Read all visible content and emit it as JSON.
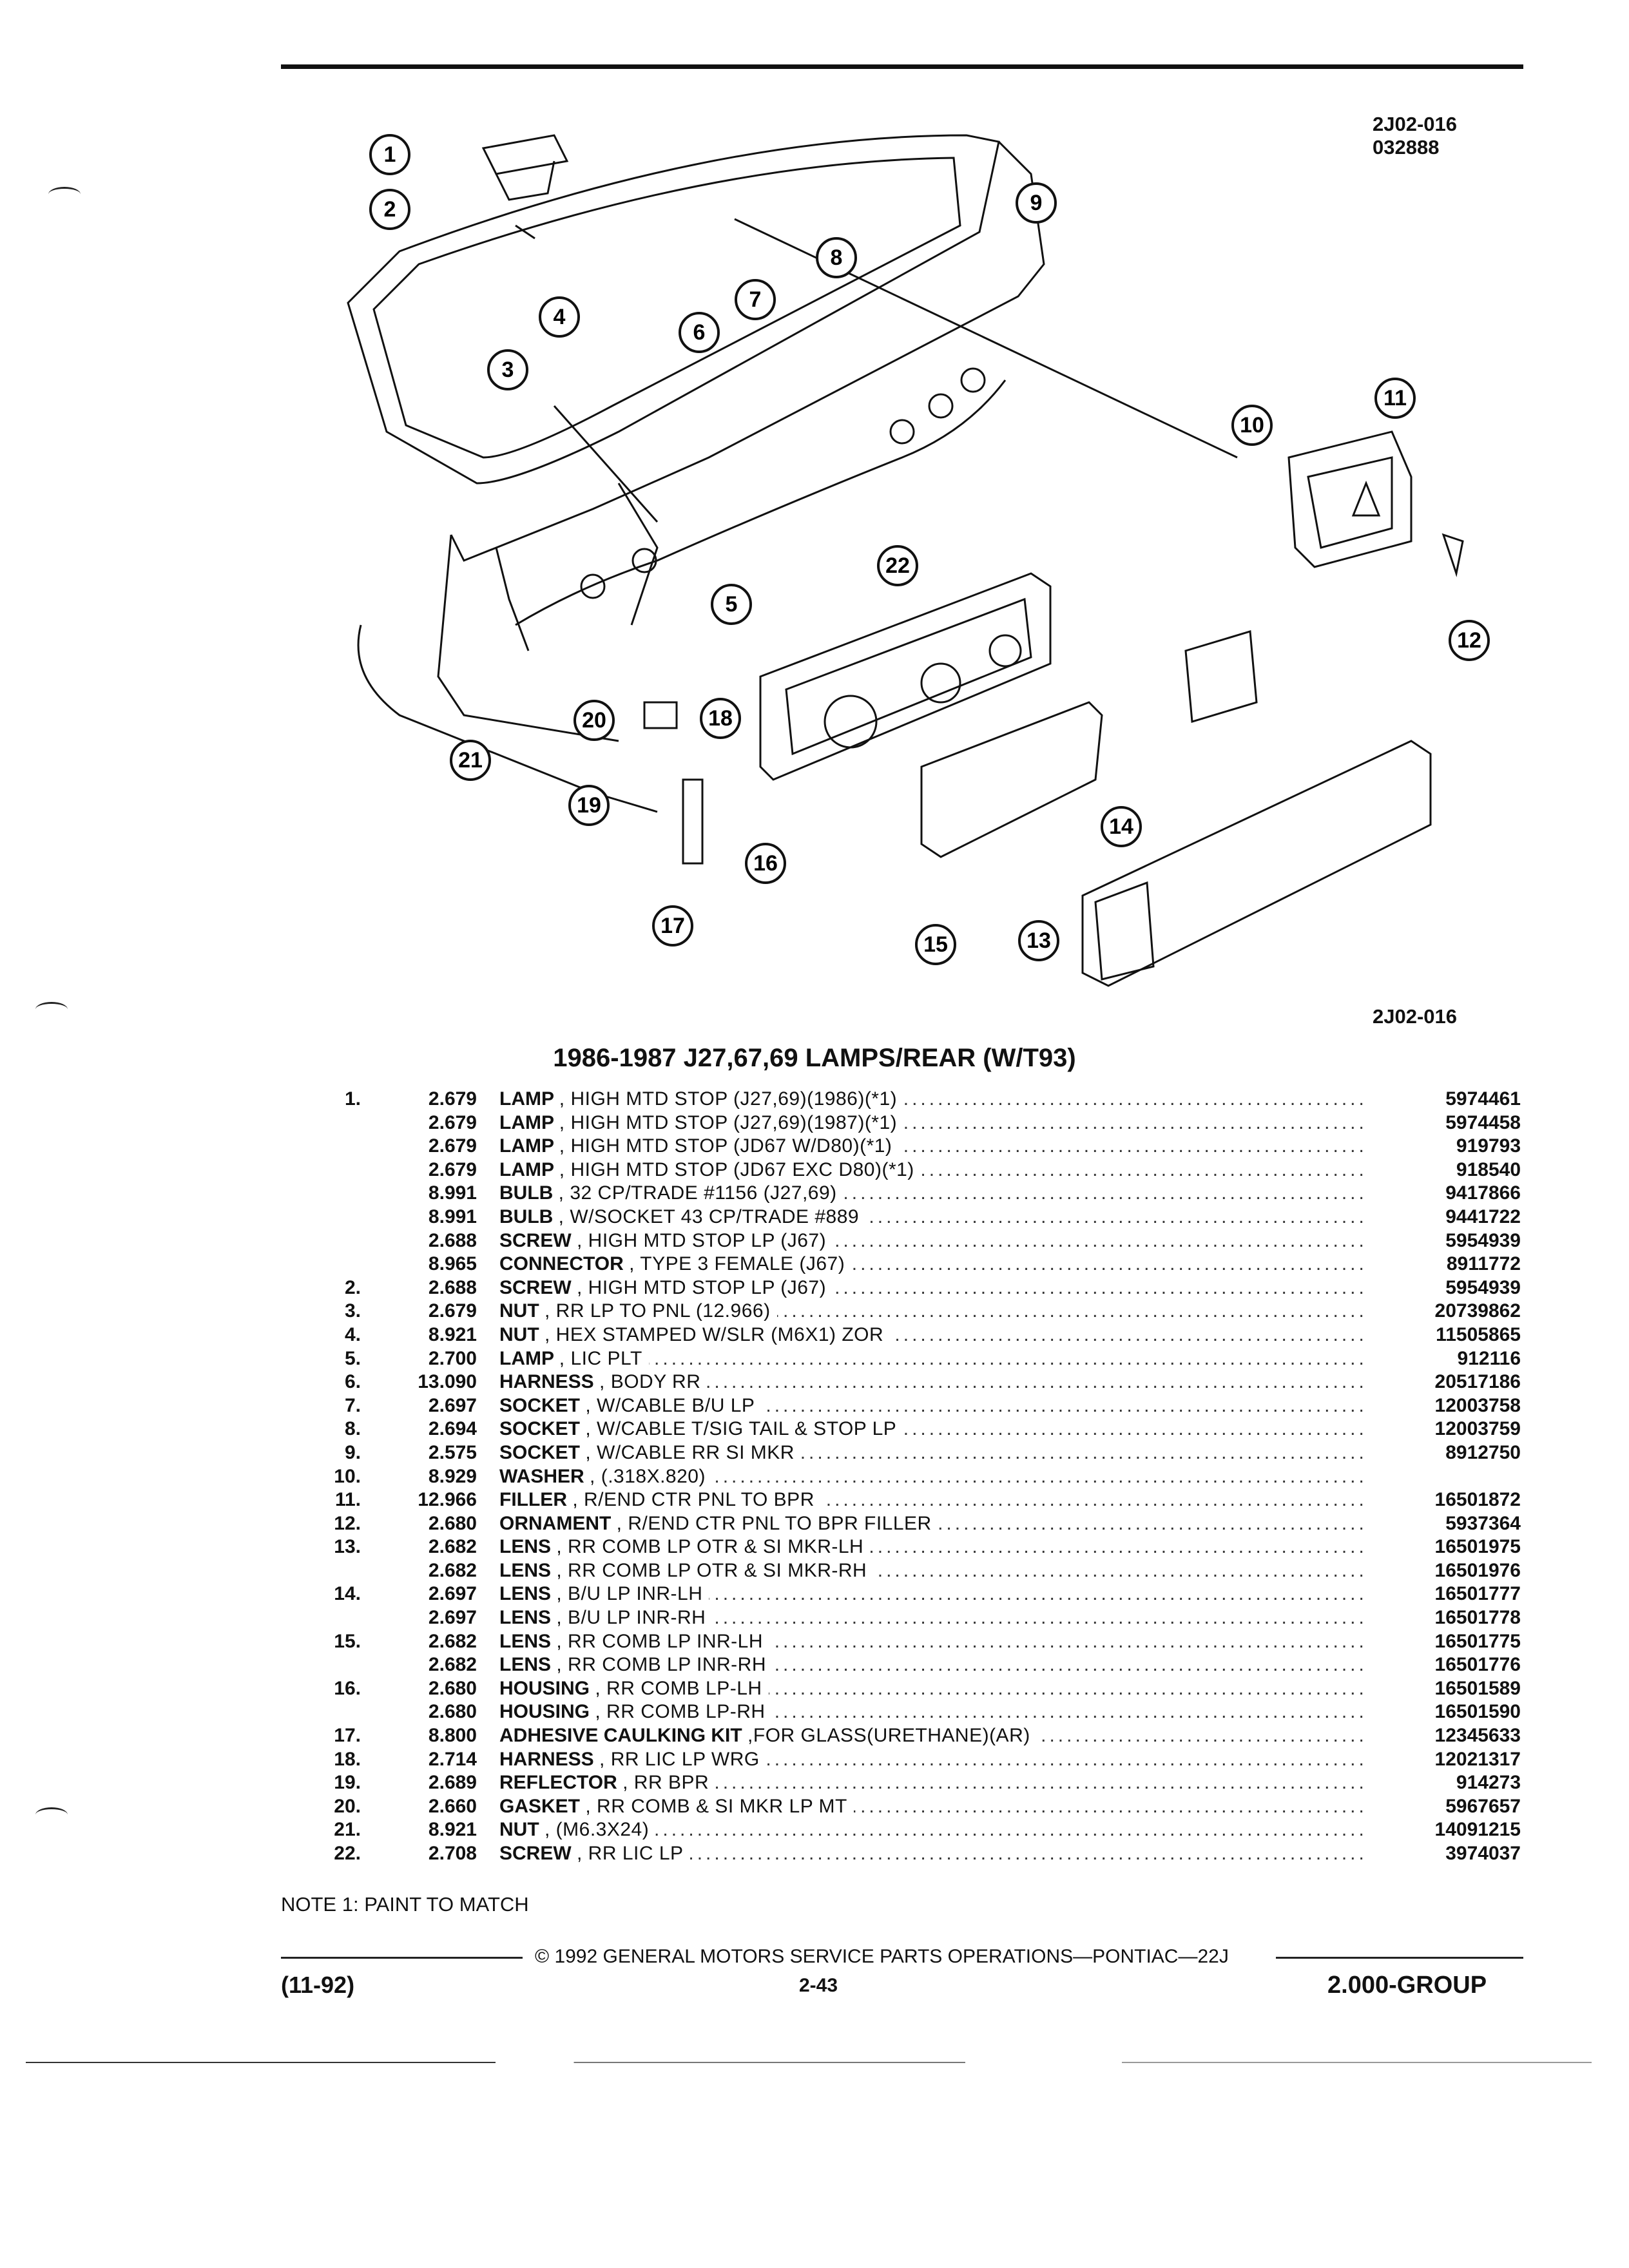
{
  "figure_code": "2J02-016",
  "figure_date": "032888",
  "figure_code_bottom": "2J02-016",
  "title": "1986-1987 J27,67,69 LAMPS/REAR (W/T93)",
  "parts": [
    {
      "no": "1.",
      "group": "2.679",
      "name": "LAMP",
      "desc": ", HIGH MTD STOP (J27,69)(1986)(*1)",
      "part": "5974461"
    },
    {
      "no": "",
      "group": "2.679",
      "name": "LAMP",
      "desc": ", HIGH MTD STOP (J27,69)(1987)(*1)",
      "part": "5974458"
    },
    {
      "no": "",
      "group": "2.679",
      "name": "LAMP",
      "desc": ", HIGH MTD STOP (JD67 W/D80)(*1)",
      "part": "919793"
    },
    {
      "no": "",
      "group": "2.679",
      "name": "LAMP",
      "desc": ", HIGH MTD STOP (JD67 EXC D80)(*1)",
      "part": "918540"
    },
    {
      "no": "",
      "group": "8.991",
      "name": "BULB",
      "desc": ", 32 CP/TRADE #1156 (J27,69)",
      "part": "9417866"
    },
    {
      "no": "",
      "group": "8.991",
      "name": "BULB",
      "desc": ", W/SOCKET 43 CP/TRADE #889",
      "part": "9441722"
    },
    {
      "no": "",
      "group": "2.688",
      "name": "SCREW",
      "desc": ", HIGH MTD STOP LP (J67)",
      "part": "5954939"
    },
    {
      "no": "",
      "group": "8.965",
      "name": "CONNECTOR",
      "desc": ", TYPE 3 FEMALE (J67)",
      "part": "8911772"
    },
    {
      "no": "2.",
      "group": "2.688",
      "name": "SCREW",
      "desc": ", HIGH MTD STOP LP (J67)",
      "part": "5954939"
    },
    {
      "no": "3.",
      "group": "2.679",
      "name": "NUT",
      "desc": ", RR LP TO PNL (12.966)",
      "part": "20739862"
    },
    {
      "no": "4.",
      "group": "8.921",
      "name": "NUT",
      "desc": ", HEX STAMPED W/SLR (M6X1) ZOR",
      "part": "11505865"
    },
    {
      "no": "5.",
      "group": "2.700",
      "name": "LAMP",
      "desc": ", LIC PLT",
      "part": "912116"
    },
    {
      "no": "6.",
      "group": "13.090",
      "name": "HARNESS",
      "desc": ", BODY RR",
      "part": "20517186"
    },
    {
      "no": "7.",
      "group": "2.697",
      "name": "SOCKET",
      "desc": ", W/CABLE B/U LP",
      "part": "12003758"
    },
    {
      "no": "8.",
      "group": "2.694",
      "name": "SOCKET",
      "desc": ", W/CABLE T/SIG TAIL & STOP LP",
      "part": "12003759"
    },
    {
      "no": "9.",
      "group": "2.575",
      "name": "SOCKET",
      "desc": ", W/CABLE RR SI MKR",
      "part": "8912750"
    },
    {
      "no": "10.",
      "group": "8.929",
      "name": "WASHER",
      "desc": ", (.318X.820)",
      "part": ""
    },
    {
      "no": "11.",
      "group": "12.966",
      "name": "FILLER",
      "desc": ", R/END CTR PNL TO BPR",
      "part": "16501872"
    },
    {
      "no": "12.",
      "group": "2.680",
      "name": "ORNAMENT",
      "desc": ", R/END CTR PNL TO BPR FILLER",
      "part": "5937364"
    },
    {
      "no": "13.",
      "group": "2.682",
      "name": "LENS",
      "desc": ", RR COMB LP OTR & SI MKR-LH",
      "part": "16501975"
    },
    {
      "no": "",
      "group": "2.682",
      "name": "LENS",
      "desc": ", RR COMB LP OTR & SI MKR-RH",
      "part": "16501976"
    },
    {
      "no": "14.",
      "group": "2.697",
      "name": "LENS",
      "desc": ", B/U LP INR-LH",
      "part": "16501777"
    },
    {
      "no": "",
      "group": "2.697",
      "name": "LENS",
      "desc": ", B/U LP INR-RH",
      "part": "16501778"
    },
    {
      "no": "15.",
      "group": "2.682",
      "name": "LENS",
      "desc": ", RR COMB LP INR-LH",
      "part": "16501775"
    },
    {
      "no": "",
      "group": "2.682",
      "name": "LENS",
      "desc": ", RR COMB LP INR-RH",
      "part": "16501776"
    },
    {
      "no": "16.",
      "group": "2.680",
      "name": "HOUSING",
      "desc": ", RR COMB LP-LH",
      "part": "16501589"
    },
    {
      "no": "",
      "group": "2.680",
      "name": "HOUSING",
      "desc": ", RR COMB LP-RH",
      "part": "16501590"
    },
    {
      "no": "17.",
      "group": "8.800",
      "name": "ADHESIVE CAULKING KIT",
      "desc": ",FOR GLASS(URETHANE)(AR)",
      "part": "12345633"
    },
    {
      "no": "18.",
      "group": "2.714",
      "name": "HARNESS",
      "desc": ", RR LIC LP WRG",
      "part": "12021317"
    },
    {
      "no": "19.",
      "group": "2.689",
      "name": "REFLECTOR",
      "desc": ", RR BPR",
      "part": "914273"
    },
    {
      "no": "20.",
      "group": "2.660",
      "name": "GASKET",
      "desc": ", RR COMB & SI MKR LP MT",
      "part": "5967657"
    },
    {
      "no": "21.",
      "group": "8.921",
      "name": "NUT",
      "desc": ", (M6.3X24)",
      "part": "14091215"
    },
    {
      "no": "22.",
      "group": "2.708",
      "name": "SCREW",
      "desc": ", RR LIC LP",
      "part": "3974037"
    }
  ],
  "note": "NOTE 1: PAINT TO MATCH",
  "footer": {
    "copyright": "© 1992 GENERAL MOTORS SERVICE PARTS OPERATIONS—PONTIAC—22J",
    "date": "(11-92)",
    "page": "2-43",
    "group": "2.000-GROUP"
  },
  "callouts": [
    "1",
    "2",
    "3",
    "4",
    "5",
    "6",
    "7",
    "8",
    "9",
    "10",
    "11",
    "12",
    "13",
    "14",
    "15",
    "16",
    "17",
    "18",
    "19",
    "20",
    "21",
    "22"
  ]
}
